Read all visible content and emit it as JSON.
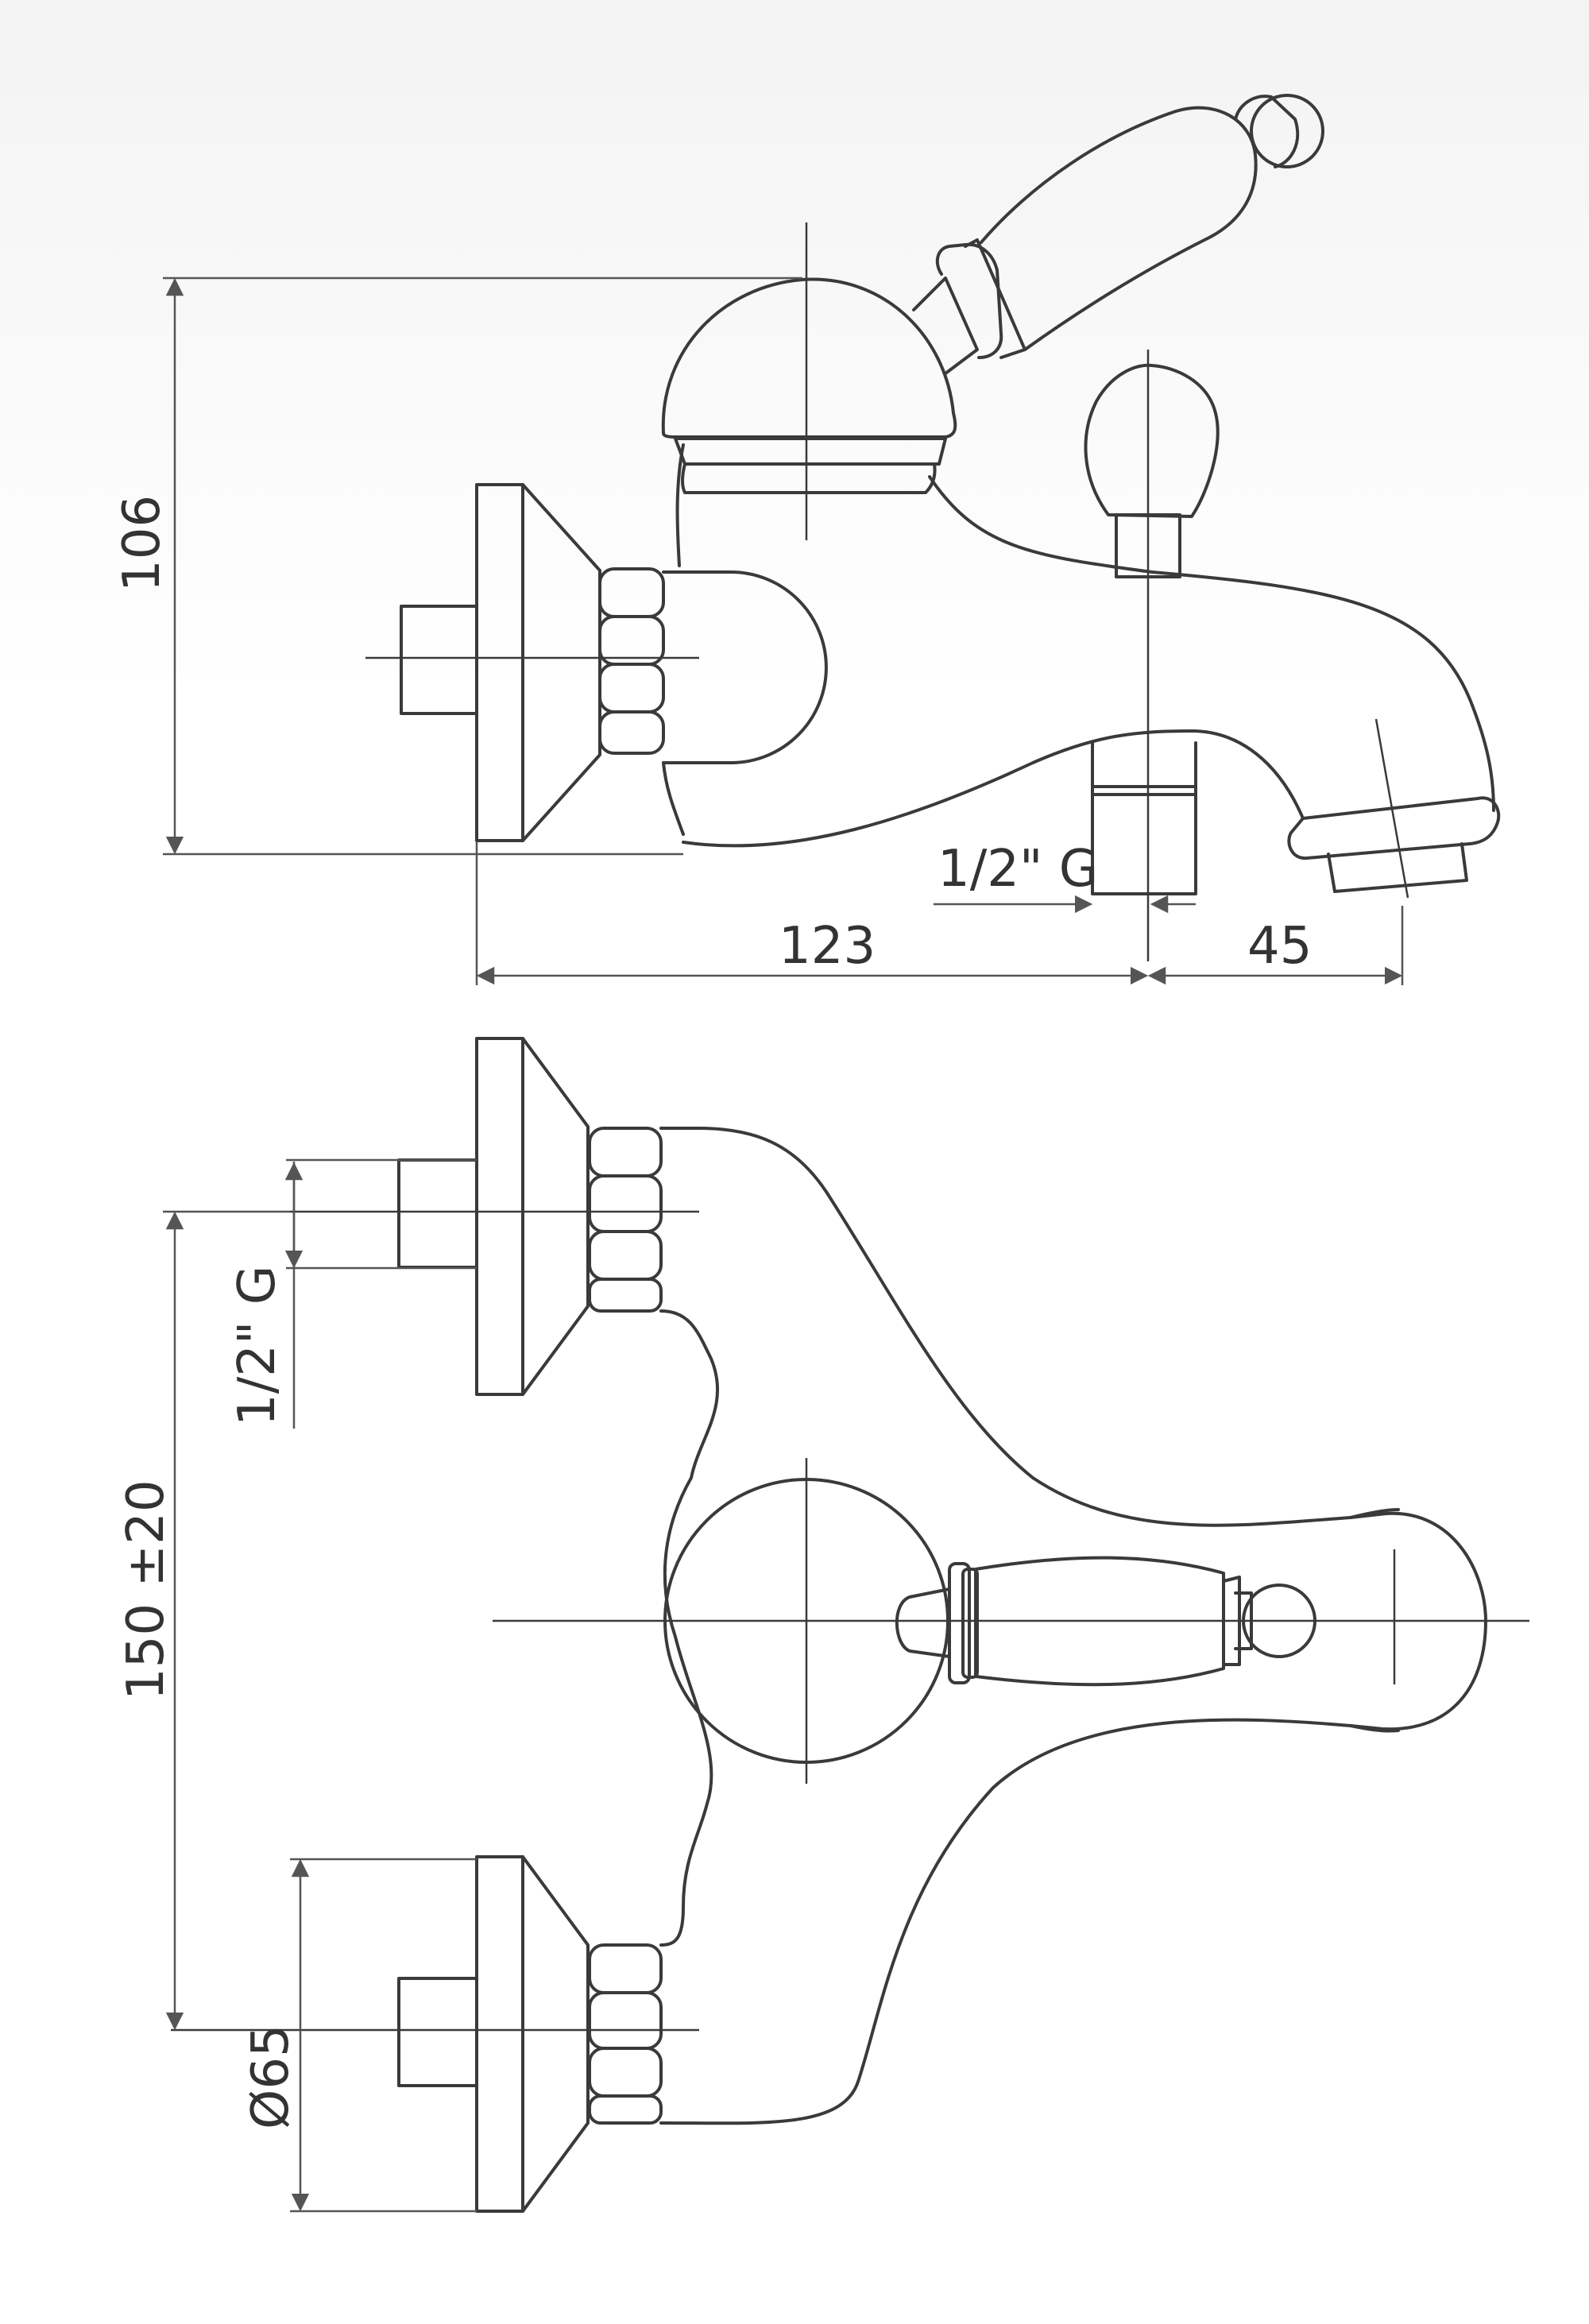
{
  "side_view": {
    "height_label": "106",
    "thread_label": "1/2\" G",
    "width_label": "123",
    "spout_label": "45"
  },
  "top_view": {
    "thread_label": "1/2\" G",
    "spacing_label": "150 ±20",
    "diameter_label": "Ø65"
  },
  "colors": {
    "line": "#3a3a3a",
    "background": "#ffffff"
  }
}
